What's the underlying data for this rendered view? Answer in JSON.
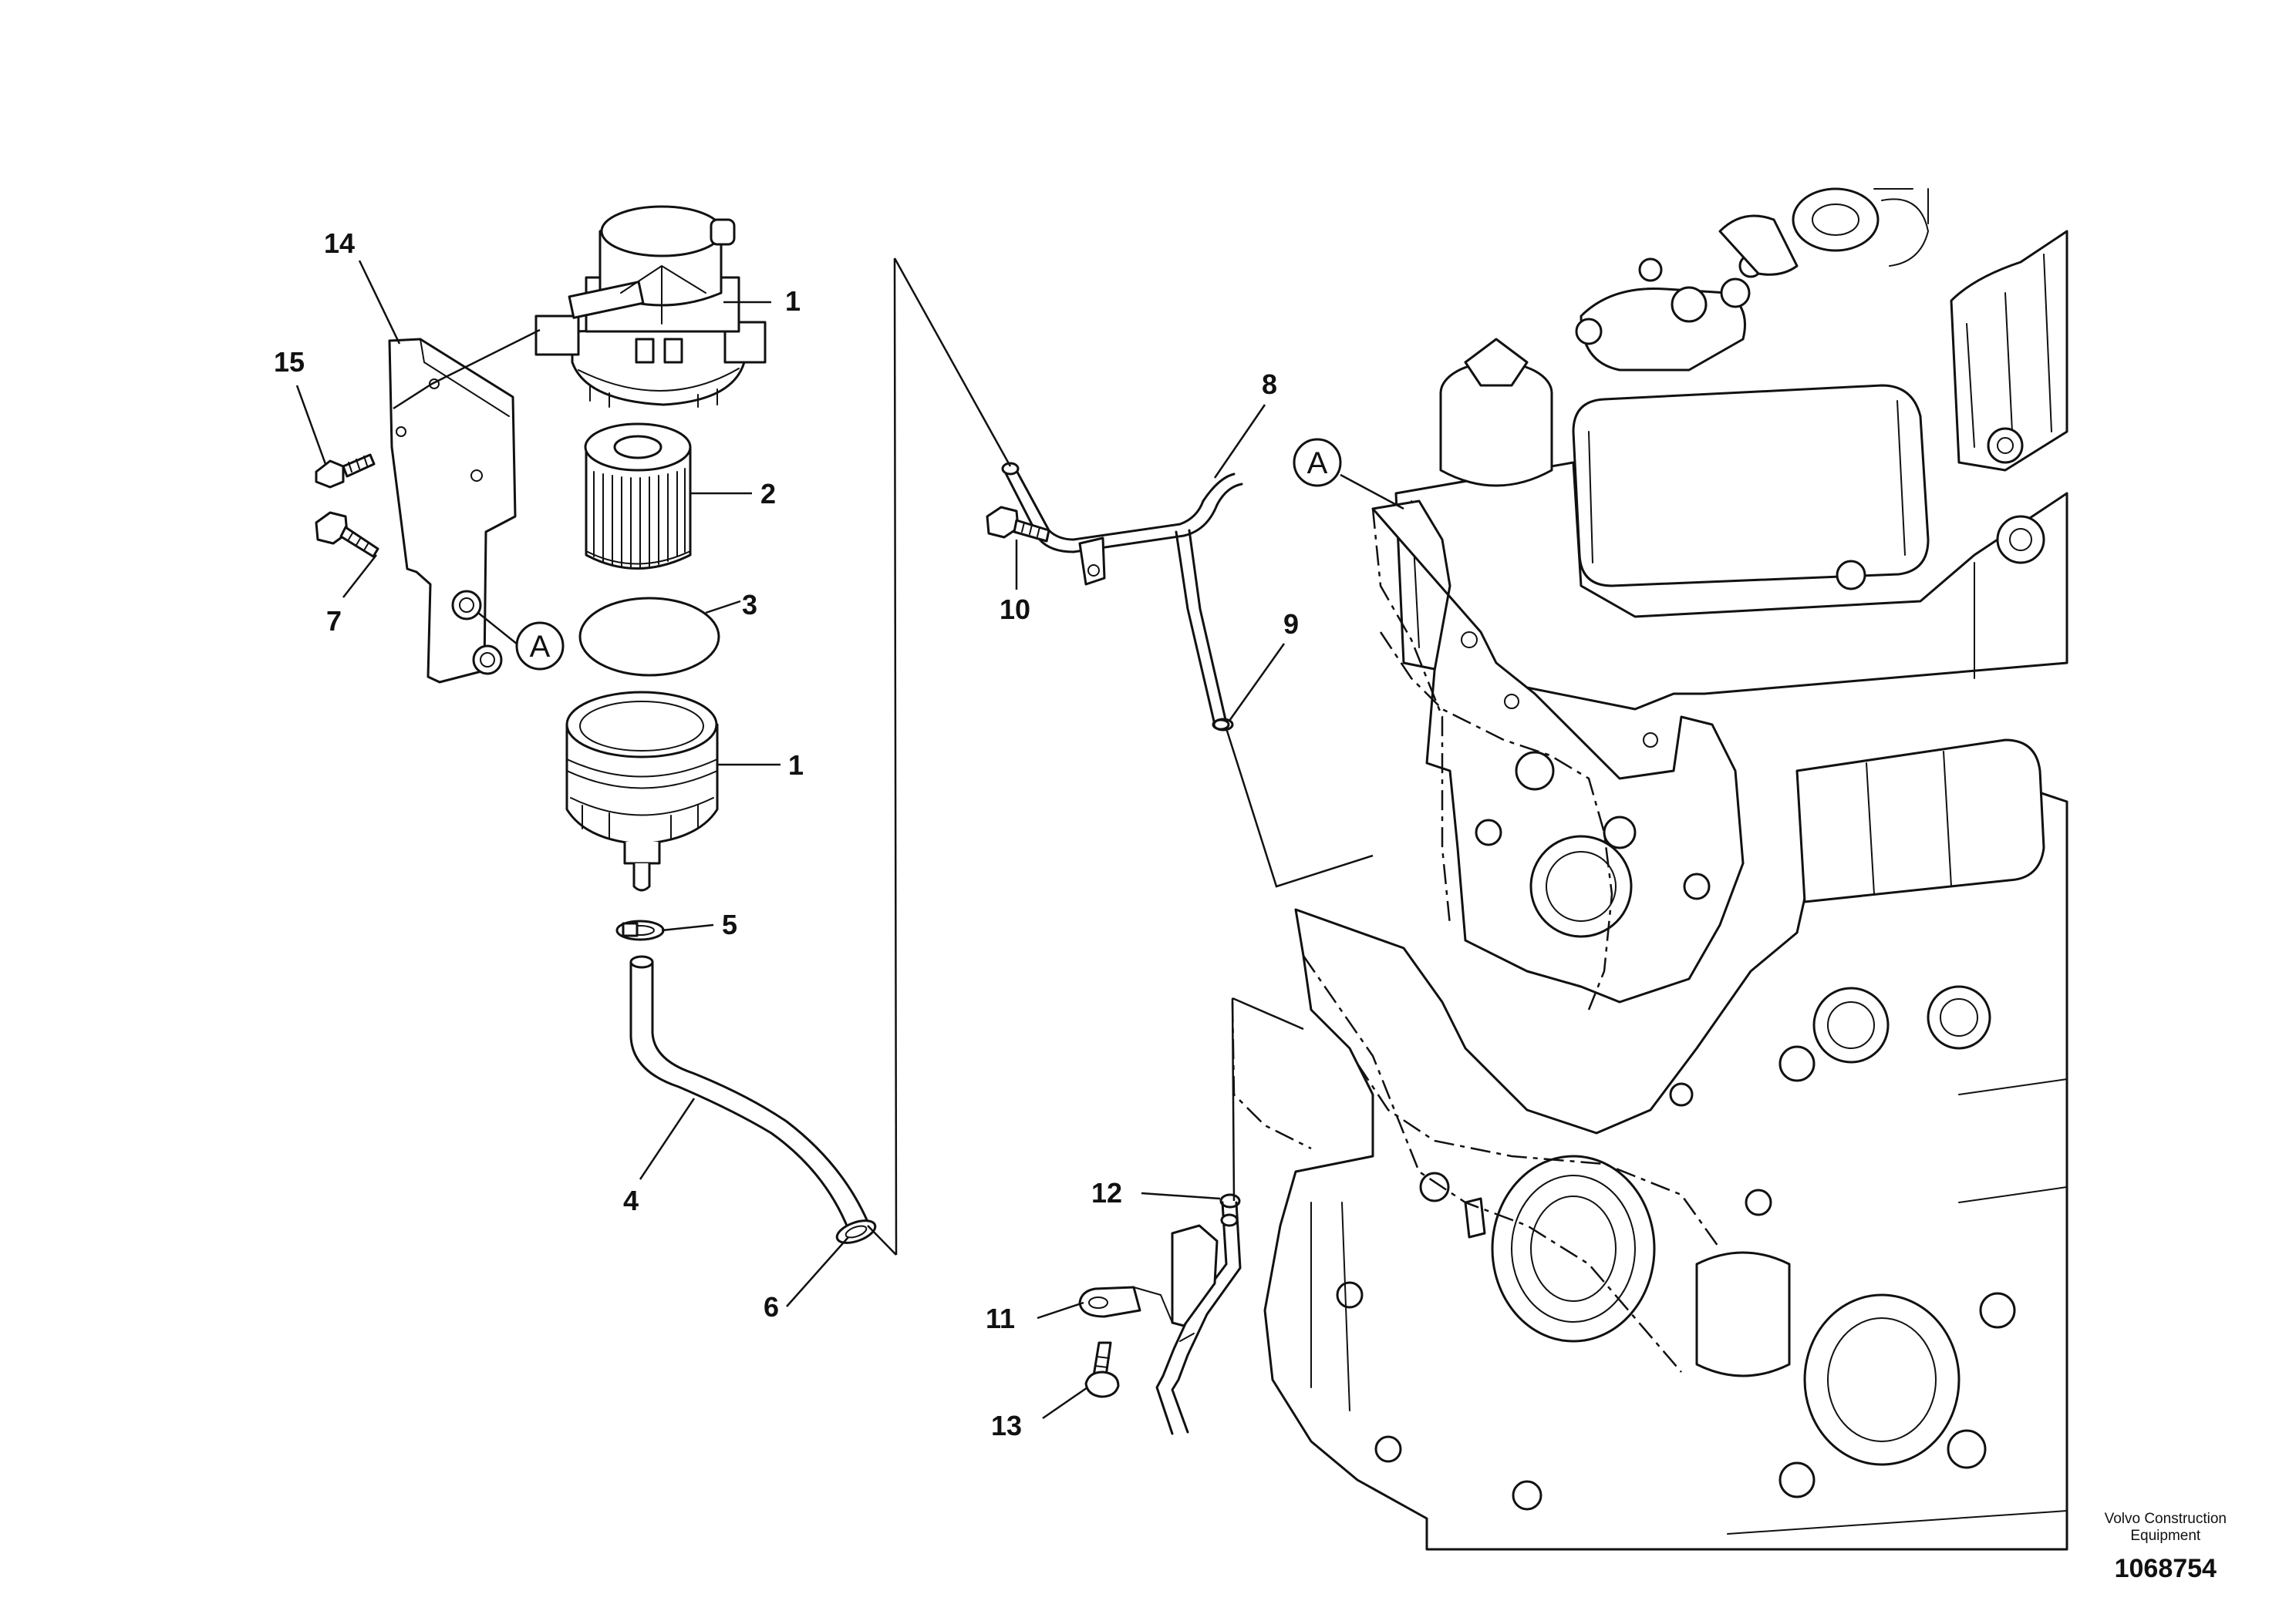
{
  "labels": {
    "p1a": "1",
    "p1b": "1",
    "p2": "2",
    "p3": "3",
    "p4": "4",
    "p5": "5",
    "p6": "6",
    "p7": "7",
    "p8": "8",
    "p9": "9",
    "p10": "10",
    "p11": "11",
    "p12": "12",
    "p13": "13",
    "p14": "14",
    "p15": "15"
  },
  "refs": {
    "a_bracket": "A",
    "a_engine": "A"
  },
  "footer": {
    "manufacturer_line1": "Volvo Construction",
    "manufacturer_line2": "Equipment",
    "document_number": "1068754"
  }
}
